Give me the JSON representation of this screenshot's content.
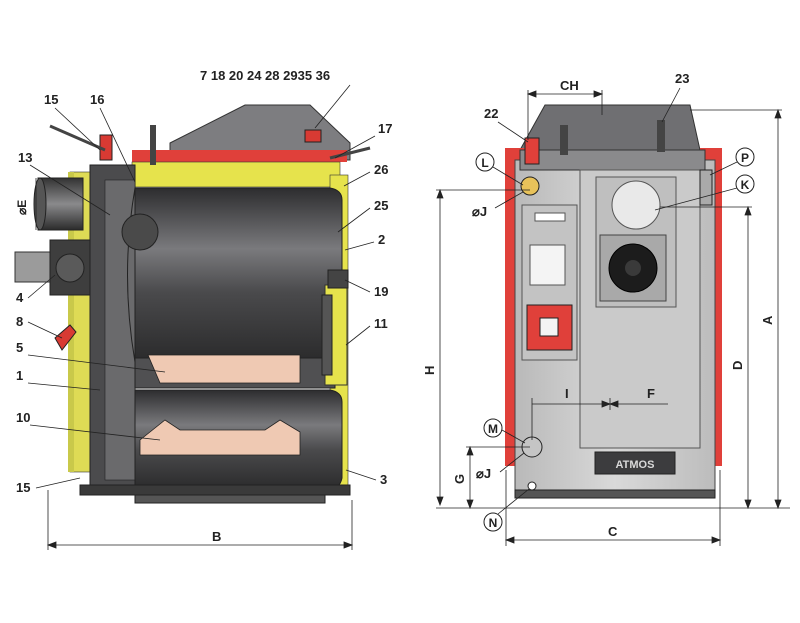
{
  "brand": "ATMOS",
  "colors": {
    "red": "#e0403a",
    "yellow": "#e6e34c",
    "metal_dark": "#3b3b3d",
    "metal_mid": "#6b6b6e",
    "panel_grey": "#cdcdcd",
    "fireclay": "#efc9b3",
    "line": "#333333"
  },
  "left_view": {
    "top_labels": "7 18 20 24 28 2935 36",
    "callouts": {
      "c15_top": "15",
      "c16": "16",
      "c13": "13",
      "c17": "17",
      "c26": "26",
      "c25": "25",
      "c2": "2",
      "c4": "4",
      "c19": "19",
      "c8": "8",
      "c11": "11",
      "c5": "5",
      "c1": "1",
      "c10": "10",
      "c3": "3",
      "c15_bottom": "15"
    },
    "dim_E": "⌀E",
    "dim_B": "B"
  },
  "right_view": {
    "callouts": {
      "c23": "23",
      "c22": "22",
      "cL": "L",
      "cP": "P",
      "cK": "K",
      "cM": "M",
      "cN": "N"
    },
    "dims": {
      "CH": "CH",
      "J": "⌀J",
      "A": "A",
      "H": "H",
      "D": "D",
      "I": "I",
      "F": "F",
      "G": "G",
      "J_bottom": "⌀J",
      "C": "C"
    }
  }
}
